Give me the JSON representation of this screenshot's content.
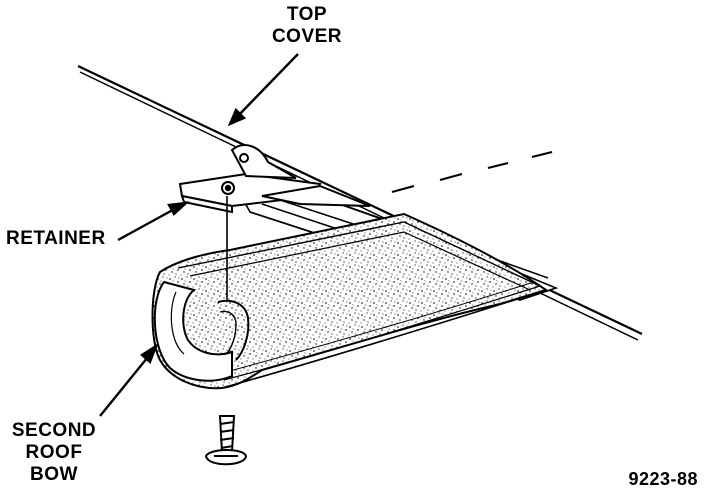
{
  "labels": {
    "top_cover": [
      "TOP",
      "COVER"
    ],
    "retainer": "RETAINER",
    "second_roof_bow": [
      "SECOND",
      "ROOF",
      "BOW"
    ]
  },
  "figure_number": "9223-88",
  "colors": {
    "ink": "#000000",
    "paper": "#ffffff"
  }
}
